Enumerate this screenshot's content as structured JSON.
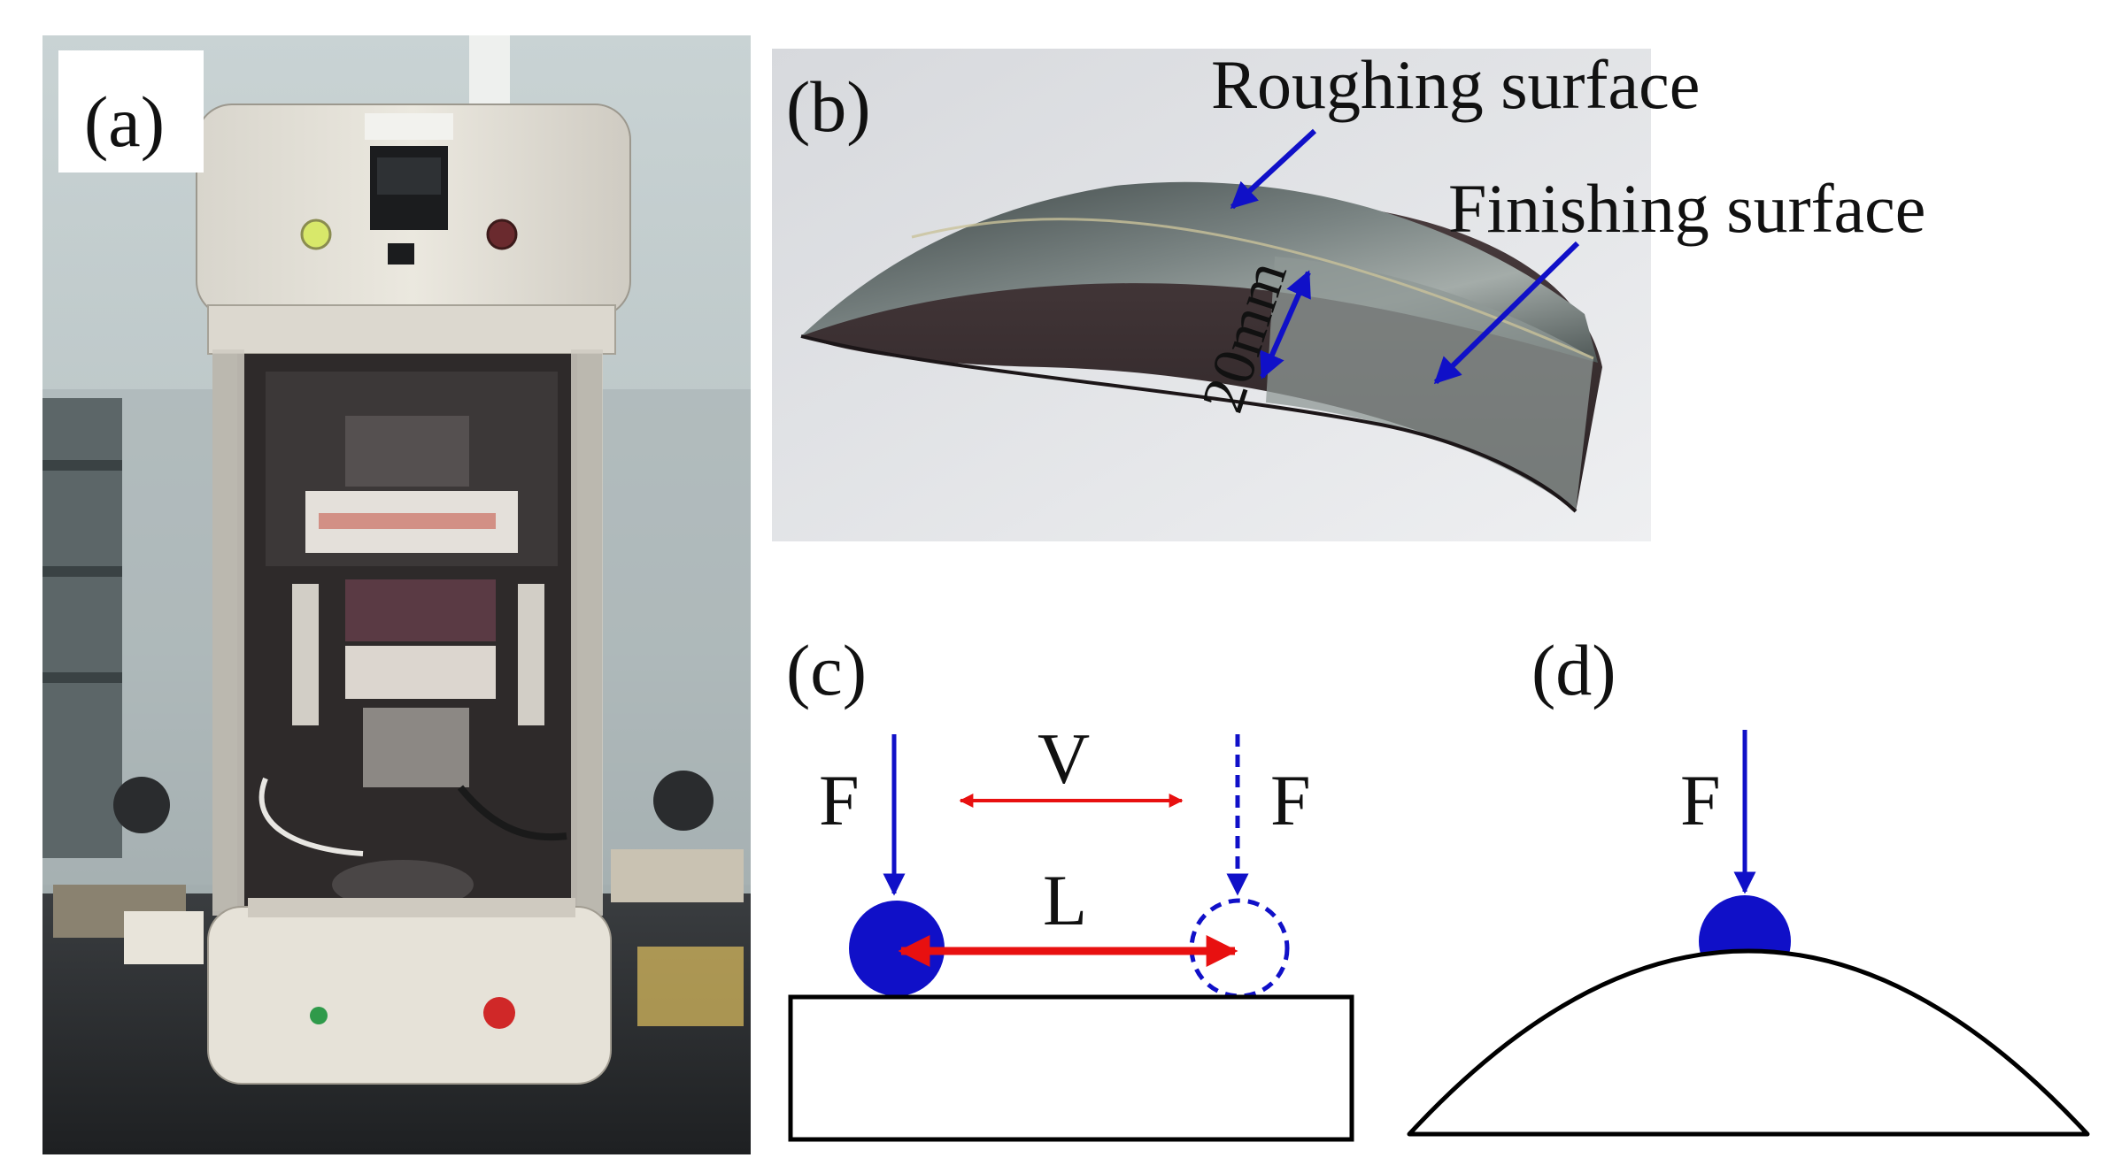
{
  "panels": {
    "a": {
      "label": "(a)"
    },
    "b": {
      "label": "(b)",
      "roughing": "Roughing surface",
      "finishing": "Finishing surface",
      "width": "20mm"
    },
    "c": {
      "label": "(c)",
      "force_left": "F",
      "force_right": "F",
      "velocity": "V",
      "length": "L"
    },
    "d": {
      "label": "(d)",
      "force": "F"
    }
  },
  "colors": {
    "ball": "#1010c8",
    "arrow_red": "#e81010",
    "arrow_blue": "#1010c8",
    "outline": "#000000"
  }
}
